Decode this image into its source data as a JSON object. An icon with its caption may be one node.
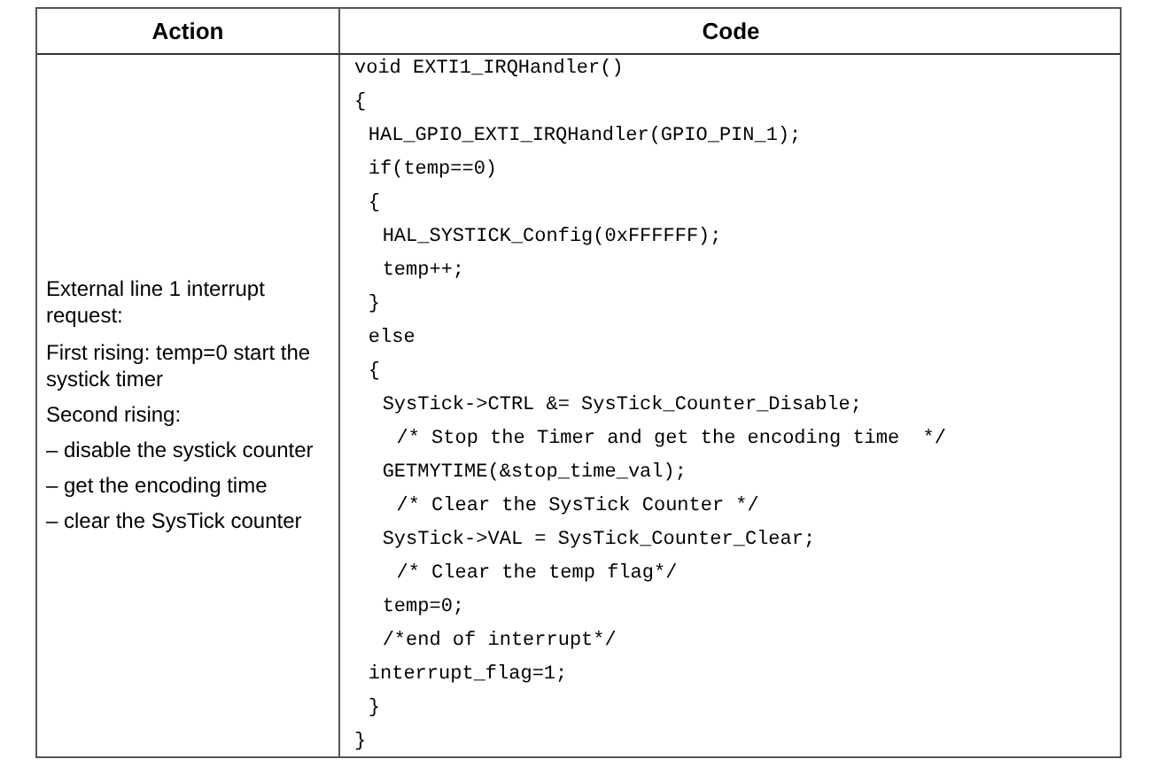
{
  "diagram": {
    "labels": [
      "Action",
      "Code",
      "External line 1 interrupt request:",
      "First rising: temp=0 start the systick timer",
      "Second rising:",
      "– disable the systick counter",
      "– get the encoding time",
      "– clear the SysTick counter",
      "void EXTI1_IRQHandler()",
      "{",
      "HAL_GPIO_EXTI_IRQHandler(GPIO_PIN_1);",
      "if(temp==0)",
      "{",
      "HAL_SYSTICK_Config(0xFFFFFF);",
      "temp++;",
      "}",
      "else",
      "{",
      "SysTick->CTRL &= SysTick_Counter_Disable;",
      "/* Stop the Timer and get the encoding time  */",
      "GETMYTIME(&stop_time_val);",
      "/* Clear the SysTick Counter */",
      "SysTick->VAL = SysTick_Counter_Clear;",
      "/* Clear the temp flag*/",
      "temp=0;",
      "/*end of interrupt*/",
      "interrupt_flag=1;",
      "}",
      "}"
    ]
  }
}
